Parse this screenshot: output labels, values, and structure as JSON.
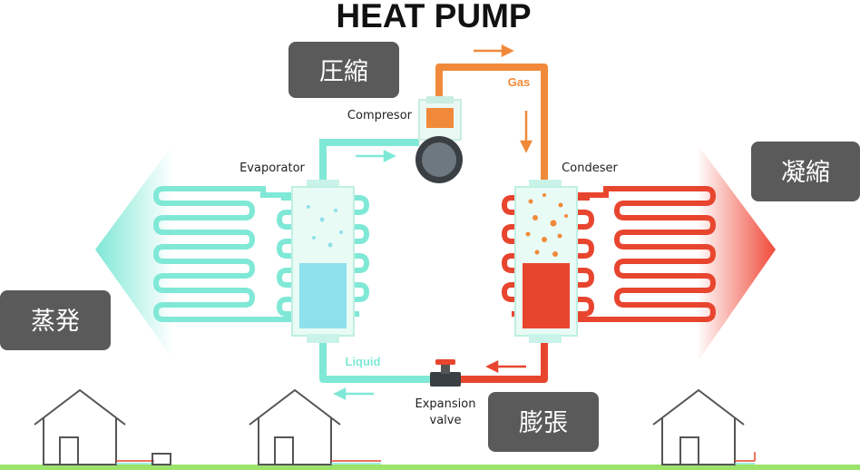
{
  "title": "HEAT PUMP",
  "stages": {
    "compression": "圧縮",
    "condensation": "凝縮",
    "evaporation": "蒸発",
    "expansion": "膨張"
  },
  "components": {
    "compressor": "Compresor",
    "evaporator": "Evaporator",
    "condenser": "Condeser",
    "expansion_valve_line1": "Expansion",
    "expansion_valve_line2": "valve"
  },
  "flow_labels": {
    "gas": "Gas",
    "liquid": "Liquid"
  },
  "colors": {
    "cold": "#7fe8d6",
    "hot": "#e8452f",
    "gas_orange": "#f08a3a",
    "box_dark": "#5a5a5a",
    "ground": "#9be36a"
  }
}
